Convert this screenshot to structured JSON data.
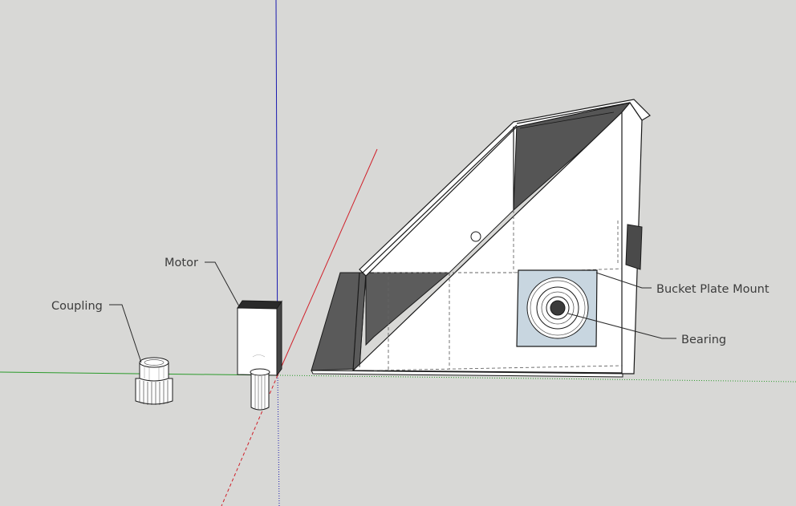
{
  "annotations": {
    "coupling": "Coupling",
    "motor": "Motor",
    "bucket_plate_mount": "Bucket Plate Mount",
    "bearing": "Bearing"
  },
  "colors": {
    "background": "#d8d8d6",
    "axis_red": "#d0202a",
    "axis_green": "#2a9a2a",
    "axis_blue": "#1a1ab0",
    "face_white": "#ffffff",
    "face_dark": "#555555",
    "face_bearing_plate": "#c8d6e0"
  }
}
